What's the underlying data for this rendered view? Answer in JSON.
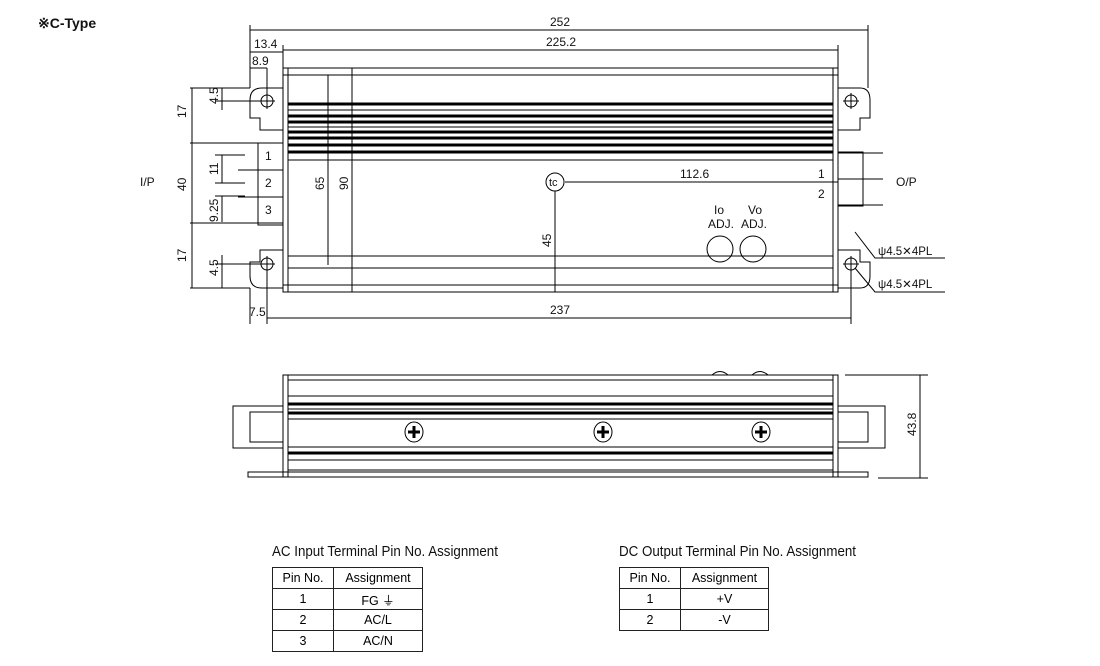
{
  "title": "※C-Type",
  "top_view": {
    "dims": {
      "overall": "252",
      "body": "225.2",
      "flange": "13.4",
      "hole_offset": "8.9",
      "hole_pitch": "237",
      "hole_edge": "7.5",
      "left_17_top": "17",
      "left_40": "40",
      "left_17_bottom": "17",
      "hole_4_5_top": "4.5",
      "hole_4_5_bottom": "4.5",
      "pin_11": "11",
      "pin_9_25": "9.25",
      "h65": "65",
      "h90": "90",
      "tc_x": "112.6",
      "tc_y": "45"
    },
    "input_label": "I/P",
    "output_label": "O/P",
    "input_pins": [
      "1",
      "2",
      "3"
    ],
    "output_pins": [
      "1",
      "2"
    ],
    "tc_label": "tc",
    "io_adj": [
      "Io",
      "ADJ."
    ],
    "vo_adj": [
      "Vo",
      "ADJ."
    ],
    "hole_note_1": "ψ4.5✕4PL",
    "hole_note_2": "ψ4.5✕4PL"
  },
  "side_view": {
    "height": "43.8"
  },
  "ac_table": {
    "title": "AC Input Terminal Pin No. Assignment",
    "headers": [
      "Pin No.",
      "Assignment"
    ],
    "rows": [
      [
        "1",
        "FG ⏚"
      ],
      [
        "2",
        "AC/L"
      ],
      [
        "3",
        "AC/N"
      ]
    ]
  },
  "dc_table": {
    "title": "DC Output Terminal Pin No. Assignment",
    "headers": [
      "Pin No.",
      "Assignment"
    ],
    "rows": [
      [
        "1",
        "+V"
      ],
      [
        "2",
        "-V"
      ]
    ]
  }
}
